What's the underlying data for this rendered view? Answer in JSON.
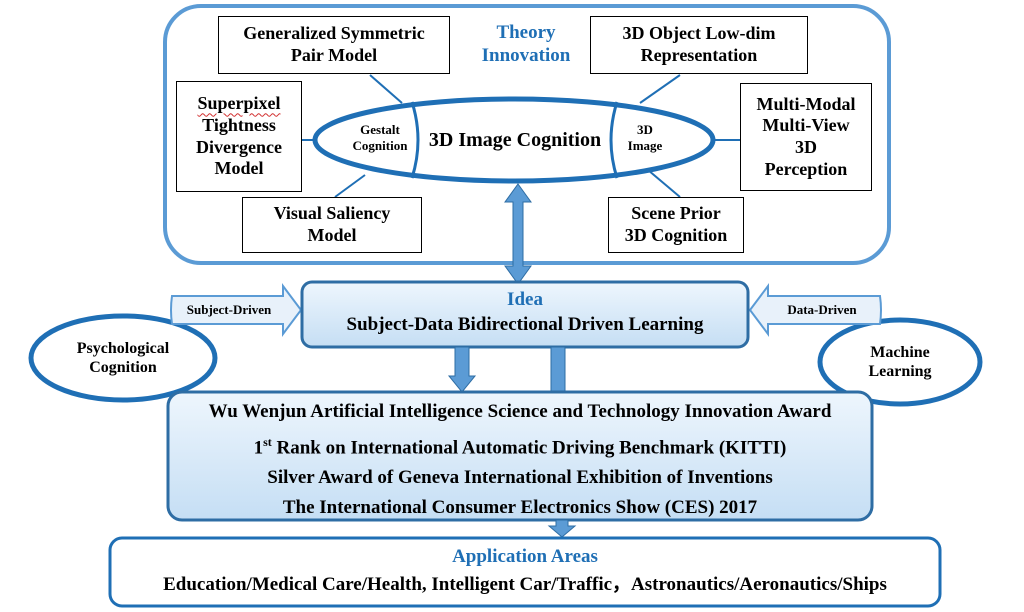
{
  "theory": {
    "title": [
      "Theory",
      "Innovation"
    ],
    "center": "3D Image Cognition",
    "gestalt": [
      "Gestalt",
      "Cognition"
    ],
    "image3d": [
      "3D",
      "Image"
    ],
    "boxes": {
      "gsp": [
        "Generalized Symmetric",
        "Pair Model"
      ],
      "obj3d": [
        "3D Object Low-dim",
        "Representation"
      ],
      "superpixel": [
        "Superpixel",
        "Tightness",
        "Divergence",
        "Model"
      ],
      "multimodal": [
        "Multi-Modal",
        "Multi-View",
        "3D",
        "Perception"
      ],
      "saliency": [
        "Visual Saliency",
        "Model"
      ],
      "scene": [
        "Scene Prior",
        "3D Cognition"
      ]
    }
  },
  "idea": {
    "title": "Idea",
    "subtitle": "Subject-Data Bidirectional Driven Learning"
  },
  "left": {
    "arrow_label": "Subject-Driven",
    "ellipse": [
      "Psychological",
      "Cognition"
    ]
  },
  "right": {
    "arrow_label": "Data-Driven",
    "ellipse": [
      "Machine",
      "Learning"
    ]
  },
  "awards": {
    "line1": "Wu Wenjun Artificial Intelligence Science and Technology Innovation Award",
    "line2_num": "1",
    "line2_sup": "st",
    "line2_rest": " Rank on International Automatic Driving Benchmark (KITTI)",
    "line3": "Silver Award of Geneva International Exhibition of Inventions",
    "line4": "The International Consumer Electronics Show (CES) 2017"
  },
  "application": {
    "title": "Application Areas",
    "areas": "Education/Medical Care/Health, Intelligent Car/Traffic，Astronautics/Aeronautics/Ships"
  },
  "colors": {
    "frame": "#5b9bd5",
    "ellipse": "#1f6fb5",
    "fill": "#d6e8f8",
    "title_blue": "#1f6fb5"
  }
}
